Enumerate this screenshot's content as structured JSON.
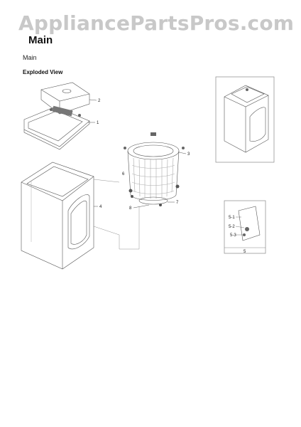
{
  "watermark": "AppliancePartsPros.com",
  "page_title": "Main",
  "section_label": "Main",
  "subsection_title": "Exploded View",
  "callouts": {
    "lid": "2",
    "top_panel": "1",
    "cabinet": "4",
    "tub_ring_right": "3",
    "tub_ring_left": "6",
    "tub_base": "8",
    "tub_base_right": "7",
    "detail_box": "5",
    "detail_1": "5-1",
    "detail_2": "5-2",
    "detail_3": "5-3"
  }
}
